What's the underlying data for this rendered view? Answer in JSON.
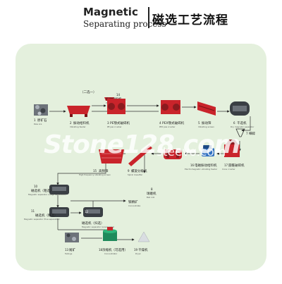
{
  "header": {
    "title_en_1": "Magnetic",
    "title_en_2": "Separating process",
    "title_zh": "磁选工艺流程"
  },
  "watermark": {
    "main": "Stone128.com",
    "secondary": "steevo.com"
  },
  "steps": {
    "s1": {
      "num": "1",
      "zh": "原矿石",
      "en": "Raw ore"
    },
    "s2": {
      "num": "2",
      "zh": "振动给料机",
      "en": "Vibrating feeder"
    },
    "s3": {
      "num": "3",
      "zh": "PE颚式破碎机",
      "en": "PE jaw crusher"
    },
    "s4": {
      "num": "4",
      "zh": "PEX颚式破碎机",
      "en": "PEX jaw crusher"
    },
    "s5": {
      "num": "5",
      "zh": "振动筛",
      "en": "Vibrating screen"
    },
    "s6": {
      "num": "6",
      "zh": "干选机",
      "en": "Dry magnetic separator"
    },
    "s7": {
      "num": "7",
      "zh": "细碎",
      "en": ""
    },
    "s8": {
      "num": "8",
      "zh": "球磨机",
      "en": "Ball mill"
    },
    "s9": {
      "num": "9",
      "zh": "螺旋分级机",
      "en": "Spiral classifier"
    },
    "s10": {
      "num": "10",
      "zh": "磁选机（粗选）",
      "en": "Magnetic separator (rough separation)"
    },
    "s11": {
      "num": "11",
      "zh": "磁选机（精选）",
      "en": "Magnetic separator (fine separation)"
    },
    "s12": {
      "num": "12",
      "zh": "磁选机（扫选）",
      "en": "Magnetic separator (scavenging)"
    },
    "s13": {
      "num": "13",
      "zh": "尾矿",
      "en": "Tailings"
    },
    "s14": {
      "num": "14",
      "zh": "振动给料机",
      "en": "Vibrating feeder"
    },
    "s15": {
      "num": "15",
      "zh": "高频筛",
      "en": "High frequency vibrating screen"
    },
    "s16": {
      "num": "16",
      "zh": "电磁振动给料机",
      "en": "Electromagnetic vibrating feeder"
    },
    "s17": {
      "num": "17",
      "zh": "圆锥破碎机",
      "en": "Cone crusher"
    },
    "s18": {
      "num": "18",
      "zh": "浓缩机（可选用）",
      "en": "Concentrator"
    },
    "s19": {
      "num": "19",
      "zh": "干燥机",
      "en": "Dryer"
    }
  },
  "labels": {
    "second_stage": "（二选一）",
    "concentrate": "铁精矿",
    "concentrate_en": "Concentrate"
  }
}
